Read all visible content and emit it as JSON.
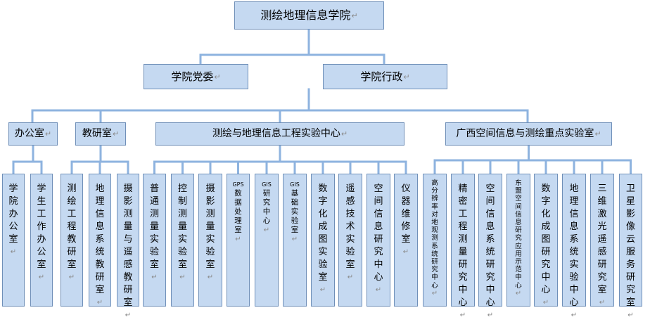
{
  "root": "测绘地理信息学院",
  "level1": [
    "学院党委",
    "学院行政"
  ],
  "departments": [
    {
      "label": "办公室",
      "units": [
        "学院办公室",
        "学生工作办公室"
      ]
    },
    {
      "label": "教研室",
      "units": [
        "测绘工程教研室",
        "地理信息系统教研室",
        "摄影测量与遥感教研室"
      ]
    },
    {
      "label": "测绘与地理信息工程实验中心",
      "units": [
        "普通测量实验室",
        "控制测量实验室",
        "摄影测量实验室",
        "GPS数据处理室",
        "GIS研究中心",
        "GIS基础实验室",
        "数字化成图实验室",
        "遥感技术实验室",
        "空间信息研究中心",
        "仪器维修室"
      ]
    },
    {
      "label": "广西空间信息与测绘重点实验室",
      "units": [
        "高分辨率对地观测系统研究中心",
        "精密工程测量研究中心",
        "空间信息系统研究中心",
        "东盟空间信息研究应用示范中心",
        "数字化成图研究中心",
        "地理信息系统实验中心",
        "三维激光遥感研究室",
        "卫星影像云服务研究室"
      ]
    }
  ],
  "colors": {
    "box_fill": "#c5d9f1",
    "box_border": "#6f8fb8",
    "connector": "#8eb3df"
  },
  "marks": {
    "paragraph": "↵"
  }
}
